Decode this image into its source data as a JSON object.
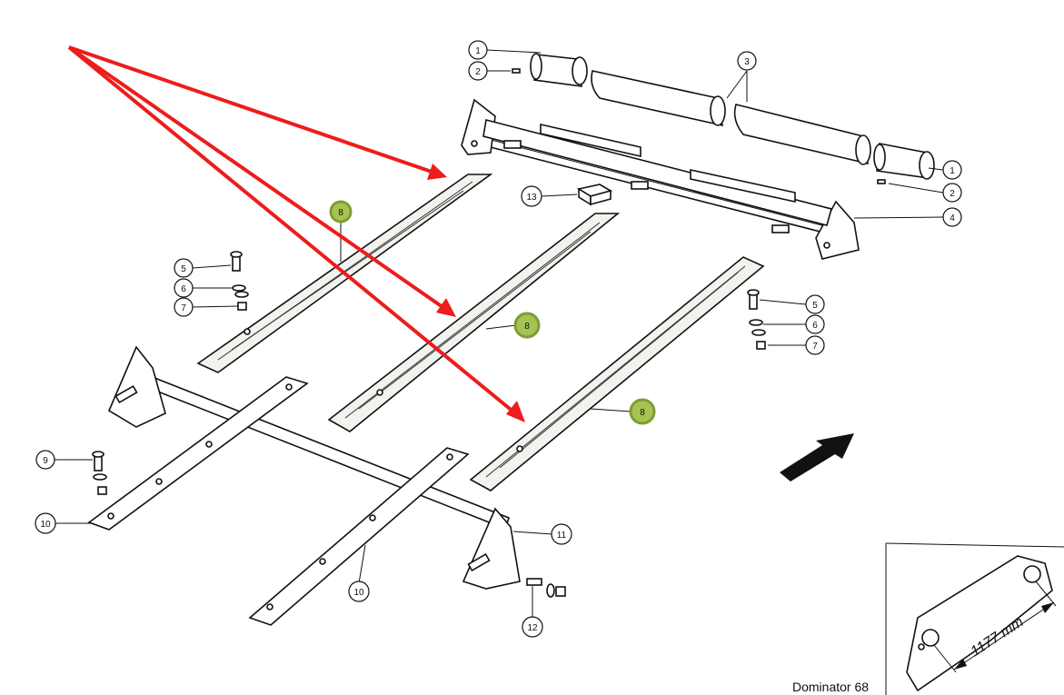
{
  "model": "Dominator 68",
  "inset": {
    "measurement": "1177 mm"
  },
  "callouts": [
    {
      "id": "c1a",
      "label": "1"
    },
    {
      "id": "c2a",
      "label": "2"
    },
    {
      "id": "c3",
      "label": "3"
    },
    {
      "id": "c1b",
      "label": "1"
    },
    {
      "id": "c2b",
      "label": "2"
    },
    {
      "id": "c4",
      "label": "4"
    },
    {
      "id": "c13",
      "label": "13"
    },
    {
      "id": "c5a",
      "label": "5"
    },
    {
      "id": "c6a",
      "label": "6"
    },
    {
      "id": "c7a",
      "label": "7"
    },
    {
      "id": "c5b",
      "label": "5"
    },
    {
      "id": "c6b",
      "label": "6"
    },
    {
      "id": "c7b",
      "label": "7"
    },
    {
      "id": "c9",
      "label": "9"
    },
    {
      "id": "c10a",
      "label": "10"
    },
    {
      "id": "c10b",
      "label": "10"
    },
    {
      "id": "c11",
      "label": "11"
    },
    {
      "id": "c12",
      "label": "12"
    }
  ],
  "highlighted": [
    {
      "id": "h8a",
      "label": "8"
    },
    {
      "id": "h8b",
      "label": "8"
    },
    {
      "id": "h8c",
      "label": "8"
    }
  ],
  "colors": {
    "arrow": "#ee1c1c",
    "highlight": "#a6c453"
  }
}
